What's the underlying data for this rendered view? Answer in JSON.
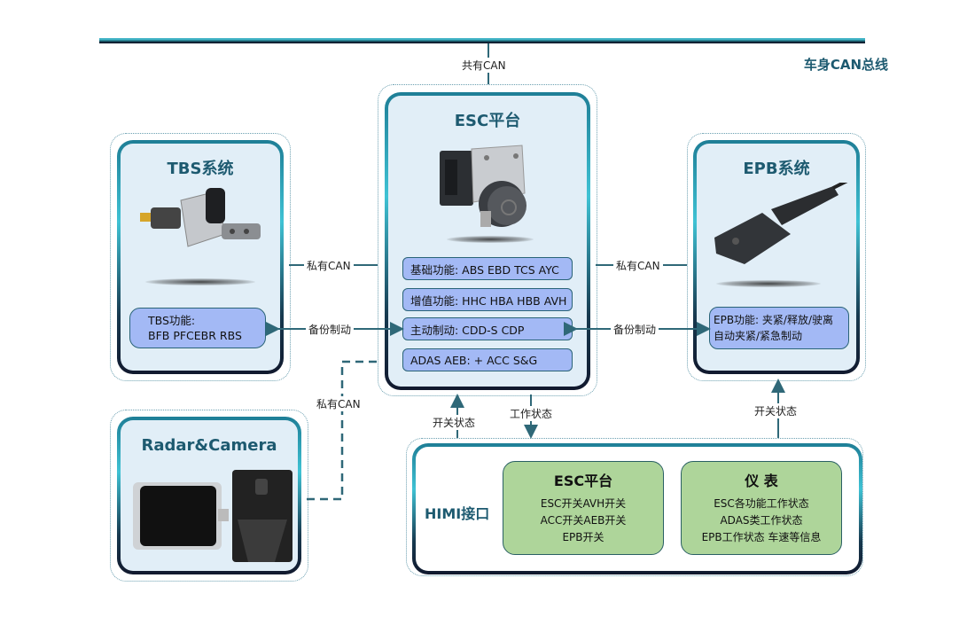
{
  "bus": {
    "label": "车身CAN总线",
    "shared_label": "共有CAN"
  },
  "tbs": {
    "title": "TBS系统",
    "feature_lines": [
      "TBS功能:",
      "BFB PFCEBR RBS"
    ]
  },
  "esc": {
    "title": "ESC平台",
    "features": [
      "基础功能: ABS EBD TCS AYC",
      "增值功能: HHC HBA HBB AVH",
      "主动制动: CDD-S CDP",
      "ADAS AEB: + ACC S&G"
    ]
  },
  "epb": {
    "title": "EPB系统",
    "feature_lines": [
      "EPB功能: 夹紧/释放/驶离",
      "自动夹紧/紧急制动"
    ]
  },
  "radar": {
    "title": "Radar&Camera"
  },
  "connections": {
    "tbs_esc_can": "私有CAN",
    "tbs_esc_backup": "备份制动",
    "esc_epb_can": "私有CAN",
    "esc_epb_backup": "备份制动",
    "radar_esc_can": "私有CAN",
    "himi_to_esc": "开关状态",
    "esc_to_himi": "工作状态",
    "himi_to_epb": "开关状态"
  },
  "himi": {
    "label": "HIMI接口",
    "esc_box": {
      "title": "ESC平台",
      "lines": [
        "ESC开关AVH开关",
        "ACC开关AEB开关",
        "EPB开关"
      ]
    },
    "cluster_box": {
      "title": "仪 表",
      "lines": [
        "ESC各功能工作状态",
        "ADAS类工作状态",
        "EPB工作状态 车速等信息"
      ]
    }
  }
}
